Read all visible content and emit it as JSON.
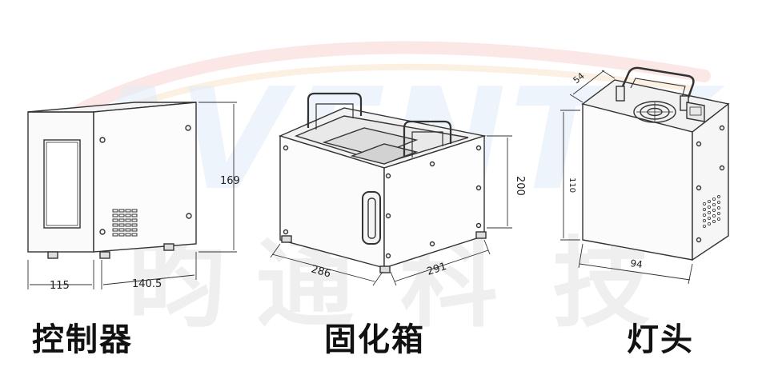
{
  "watermark": {
    "logo_text": "AVENTK",
    "company": [
      "昀",
      "通",
      "科",
      "技"
    ],
    "colors": {
      "red": "#f28c8c",
      "blue": "#a9c7ee",
      "orange": "#f7c992",
      "gray": "#c8c8c8"
    }
  },
  "controller": {
    "caption": "控制器",
    "dims": {
      "height": "169",
      "width": "115",
      "depth": "140.5"
    }
  },
  "curing_box": {
    "caption": "固化箱",
    "dims": {
      "height": "200",
      "width": "286",
      "depth": "291"
    }
  },
  "lamp_head": {
    "caption": "灯头",
    "dims": {
      "top": "54",
      "height": "110",
      "width": "94"
    }
  }
}
